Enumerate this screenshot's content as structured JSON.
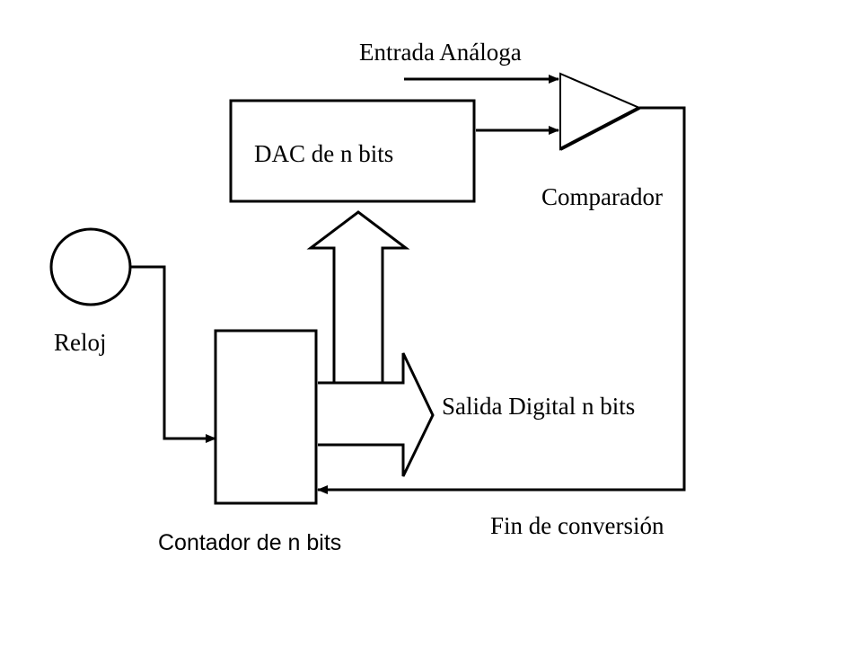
{
  "colors": {
    "background": "#ffffff",
    "stroke": "#000000"
  },
  "labels": {
    "analog_input": "Entrada Análoga",
    "dac": "DAC de n bits",
    "comparator": "Comparador",
    "clock": "Reloj",
    "digital_output": "Salida Digital n bits",
    "end_of_conversion": "Fin de conversión",
    "counter": "Contador de n bits"
  }
}
